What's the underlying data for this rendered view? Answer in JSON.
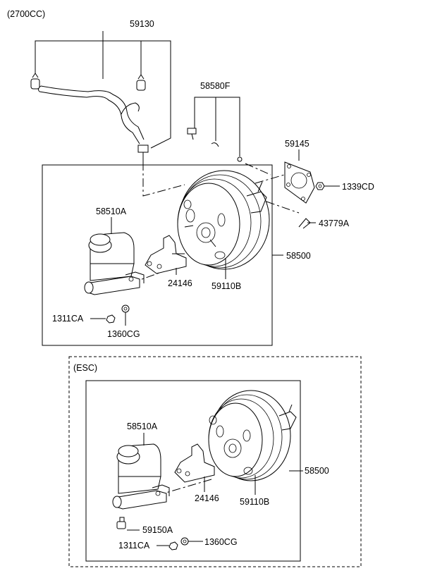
{
  "sections": {
    "top_variant": "(2700CC)",
    "esc_variant": "(ESC)"
  },
  "labels": {
    "hose": "59130",
    "hose_clips": "58580F",
    "gasket": "59145",
    "gasket_nut": "1339CD",
    "clip_pin": "43779A",
    "booster": "58500",
    "reservoir": "58510A",
    "bracket": "24146",
    "booster_seal": "59110B",
    "mc_nut": "1311CA",
    "mc_washer": "1360CG",
    "esc_reservoir": "58510A",
    "esc_booster": "58500",
    "esc_bracket": "24146",
    "esc_booster_seal": "59110B",
    "esc_sensor": "59150A",
    "esc_mc_nut": "1311CA",
    "esc_mc_washer": "1360CG"
  }
}
